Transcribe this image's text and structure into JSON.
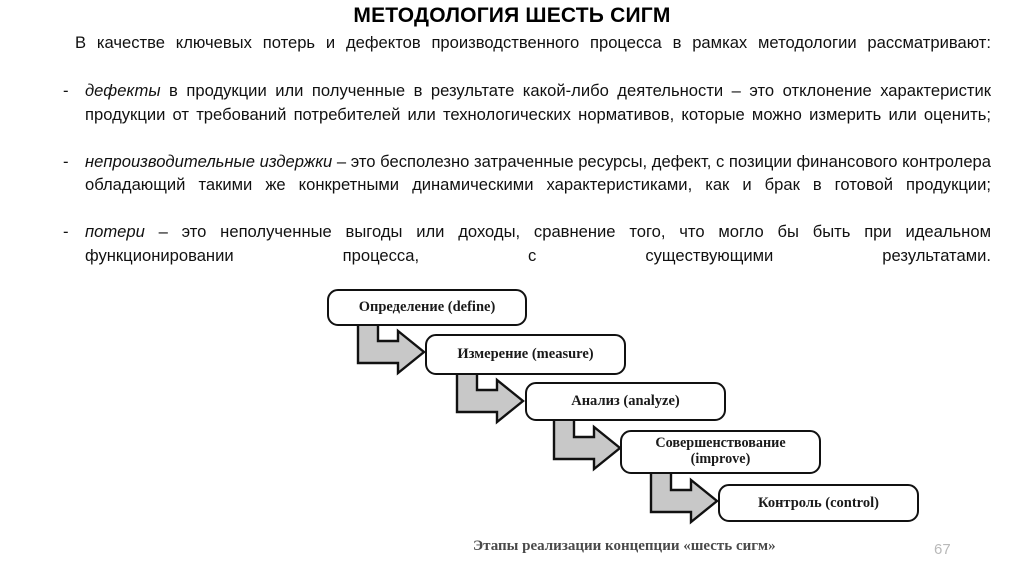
{
  "slide": {
    "title": "МЕТОДОЛОГИЯ ШЕСТЬ СИГМ",
    "page_number": "67"
  },
  "body": {
    "lead_paragraph": "В качестве ключевых потерь и дефектов производственного процесса в рамках методологии рассматривают:",
    "items": [
      {
        "marker": "-",
        "term": "дефекты",
        "rest": " в продукции или полученные в результате какой-либо деятельности – это отклонение характеристик продукции от требований потребителей или технологических нормативов, которые можно измерить или оценить;"
      },
      {
        "marker": "-",
        "term": "непроизводительные издержки",
        "rest": " – это бесполезно затраченные ресурсы, дефект, с позиции финансового контролера обладающий такими же конкретными динамическими характеристиками, как и брак в готовой продукции;"
      },
      {
        "marker": "-",
        "term": "потери",
        "rest": " – это неполученные выгоды или доходы, сравнение того, что могло бы быть при идеальном функционировании процесса, с существующими результатами."
      }
    ]
  },
  "diagram": {
    "caption": "Этапы реализации концепции «шесть сигм»",
    "box_fill": "#ffffff",
    "box_stroke": "#111111",
    "arrow_fill": "#c8c8c8",
    "arrow_stroke": "#111111",
    "steps": [
      {
        "label": "Определение (define)"
      },
      {
        "label": "Измерение (measure)"
      },
      {
        "label": "Анализ (analyze)"
      },
      {
        "label_line1": "Совершенствование",
        "label_line2": "(improve)"
      },
      {
        "label": "Контроль (control)"
      }
    ]
  }
}
